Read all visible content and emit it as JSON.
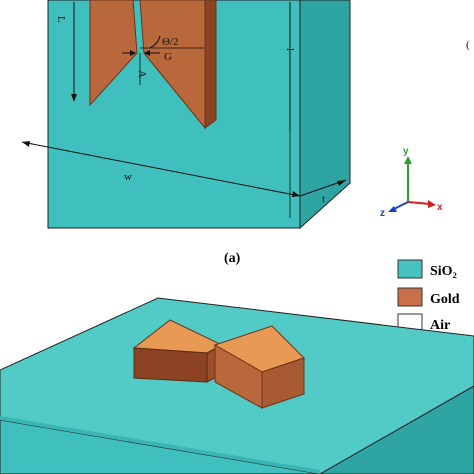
{
  "top_panel": {
    "dimensions": {
      "length": "L",
      "width": "w",
      "thickness": "t",
      "half_angle": "Θ/2",
      "gap": "G",
      "bar_length": "l",
      "bar_apex": "A"
    },
    "axes": {
      "y": "y",
      "x": "x",
      "z": "z"
    },
    "caption": "(a)"
  },
  "legend": [
    {
      "label": "SiO₂",
      "color": "#48c2c0"
    },
    {
      "label": "Gold",
      "color": "#c8704a"
    },
    {
      "label": "Air",
      "color": "#ffffff"
    }
  ],
  "colors": {
    "substrate_front": "#3fbfbd",
    "substrate_top": "#52cbc6",
    "substrate_side": "#2ea5a3",
    "gold_front": "#b9683c",
    "gold_top": "#e89a55",
    "gold_side": "#8c4323",
    "axis_y": "#2aa02a",
    "axis_x": "#d02020",
    "axis_z": "#2040c0"
  }
}
